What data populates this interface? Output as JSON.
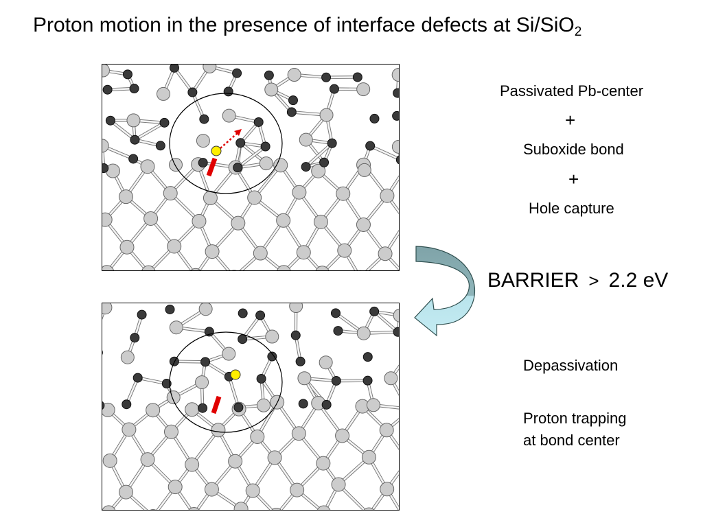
{
  "title": {
    "main": "Proton motion in the presence of interface defects at Si/SiO",
    "subscript": "2"
  },
  "right_text": {
    "line1": "Passivated Pb-center",
    "plus1": "+",
    "line2": "Suboxide bond",
    "plus2": "+",
    "line3": "Hole capture"
  },
  "barrier": {
    "label": "BARRIER",
    "operator": ">",
    "value": "2.2 eV"
  },
  "bottom_text": {
    "line1": "Depassivation",
    "line2a": "Proton trapping",
    "line2b": "at bond center"
  },
  "colors": {
    "si_atom": "#cccccc",
    "o_atom": "#3a3a3a",
    "proton": "#ffee00",
    "dangling_bond": "#e00000",
    "arrow_fill_top": "#7fa3a8",
    "arrow_fill_bottom": "#b9e4ec"
  }
}
